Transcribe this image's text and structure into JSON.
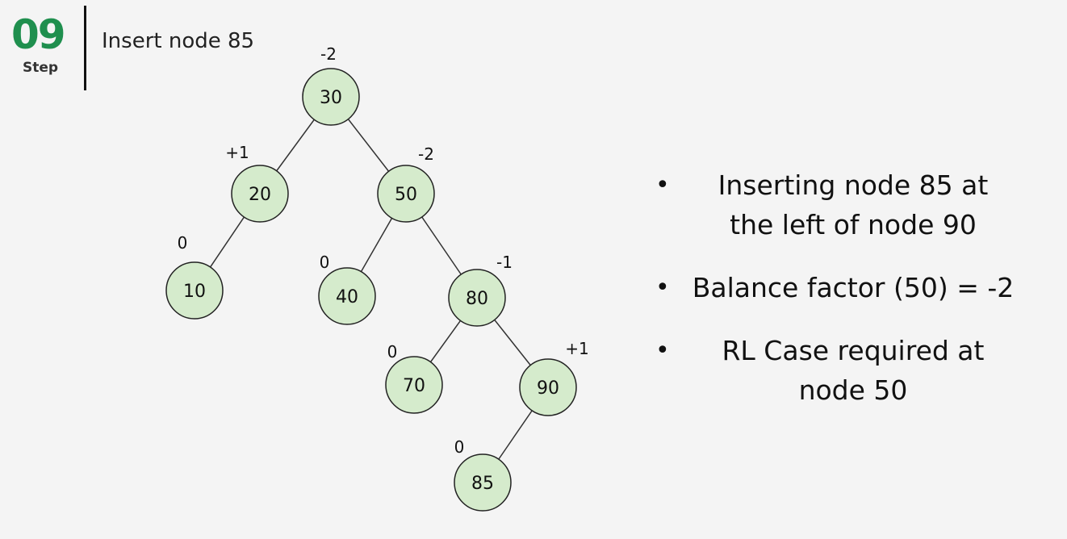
{
  "header": {
    "step_number": "09",
    "step_label": "Step",
    "title": "Insert node 85"
  },
  "colors": {
    "accent": "#1f8f4e",
    "node_fill": "#d5ebcc",
    "node_stroke": "#222222",
    "background": "#f4f4f4"
  },
  "tree": {
    "nodes": [
      {
        "id": "30",
        "value": "30",
        "balance": "-2"
      },
      {
        "id": "20",
        "value": "20",
        "balance": "+1"
      },
      {
        "id": "50",
        "value": "50",
        "balance": "-2"
      },
      {
        "id": "10",
        "value": "10",
        "balance": "0"
      },
      {
        "id": "40",
        "value": "40",
        "balance": "0"
      },
      {
        "id": "80",
        "value": "80",
        "balance": "-1"
      },
      {
        "id": "70",
        "value": "70",
        "balance": "0"
      },
      {
        "id": "90",
        "value": "90",
        "balance": "+1"
      },
      {
        "id": "85",
        "value": "85",
        "balance": "0"
      }
    ],
    "edges": [
      [
        "30",
        "20"
      ],
      [
        "30",
        "50"
      ],
      [
        "20",
        "10"
      ],
      [
        "50",
        "40"
      ],
      [
        "50",
        "80"
      ],
      [
        "80",
        "70"
      ],
      [
        "80",
        "90"
      ],
      [
        "90",
        "85"
      ]
    ]
  },
  "bullets": [
    {
      "lines": [
        "Inserting node 85 at",
        "the left of node 90"
      ]
    },
    {
      "lines": [
        "Balance factor (50) = -2"
      ]
    },
    {
      "lines": [
        "RL Case required at",
        "node 50"
      ]
    }
  ]
}
